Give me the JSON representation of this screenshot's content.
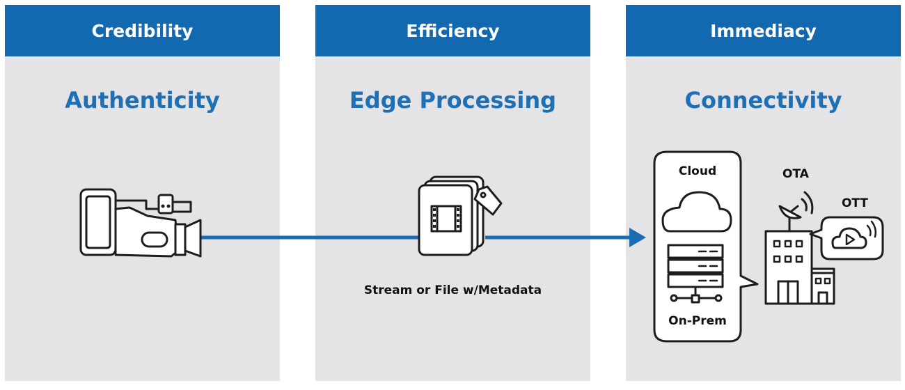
{
  "colors": {
    "header_bg": "#1269b0",
    "subtitle": "#1f6fb5",
    "panel_bg": "#e4e4e6",
    "arrow": "#1a6cb3"
  },
  "panels": [
    {
      "header": "Credibility",
      "subtitle": "Authenticity",
      "icon": "camcorder-icon"
    },
    {
      "header": "Efficiency",
      "subtitle": "Edge Processing",
      "icon": "media-file-with-tag-icon",
      "caption": "Stream or File w/Metadata"
    },
    {
      "header": "Immediacy",
      "subtitle": "Connectivity",
      "icon": "cloud-and-server-icon"
    }
  ],
  "connectivity": {
    "cloud_label": "Cloud",
    "onprem_label": "On-Prem",
    "ota_label": "OTA",
    "ott_label": "OTT"
  }
}
